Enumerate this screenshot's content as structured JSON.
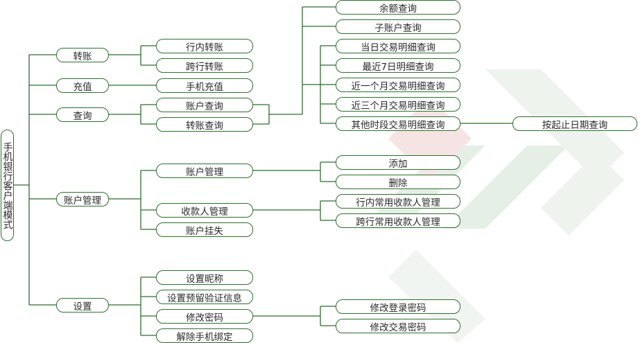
{
  "root": "手机银行客户端模式",
  "level1": {
    "transfer": "转账",
    "recharge": "充值",
    "query": "查询",
    "account_mgmt": "账户管理",
    "settings": "设置"
  },
  "transfer": {
    "intra_bank": "行内转账",
    "inter_bank": "跨行转账"
  },
  "recharge": {
    "mobile": "手机充值"
  },
  "query": {
    "account_query": "账户查询",
    "transfer_query": "转账查询",
    "balance": "余额查询",
    "sub_account": "子账户查询",
    "today_detail": "当日交易明细查询",
    "last7": "最近7日明细查询",
    "last_month": "近一个月交易明细查询",
    "last_3months": "近三个月交易明细查询",
    "other_period": "其他时段交易明细查询",
    "by_date": "按起止日期查询"
  },
  "account_mgmt": {
    "account_manage": "账户管理",
    "add": "添加",
    "delete": "删除",
    "payee_manage": "收款人管理",
    "intra_payee": "行内常用收款人管理",
    "inter_payee": "跨行常用收款人管理",
    "report_loss": "账户挂失"
  },
  "settings": {
    "nickname": "设置昵称",
    "reserved_info": "设置预留验证信息",
    "change_password": "修改密码",
    "change_login_pw": "修改登录密码",
    "change_trade_pw": "修改交易密码",
    "unbind_phone": "解除手机绑定"
  },
  "colors": {
    "node_border": "#2d6e2d",
    "connector": "#2f6b2f",
    "watermark_green": "#e6efe6",
    "watermark_red": "#f6e4e4"
  }
}
